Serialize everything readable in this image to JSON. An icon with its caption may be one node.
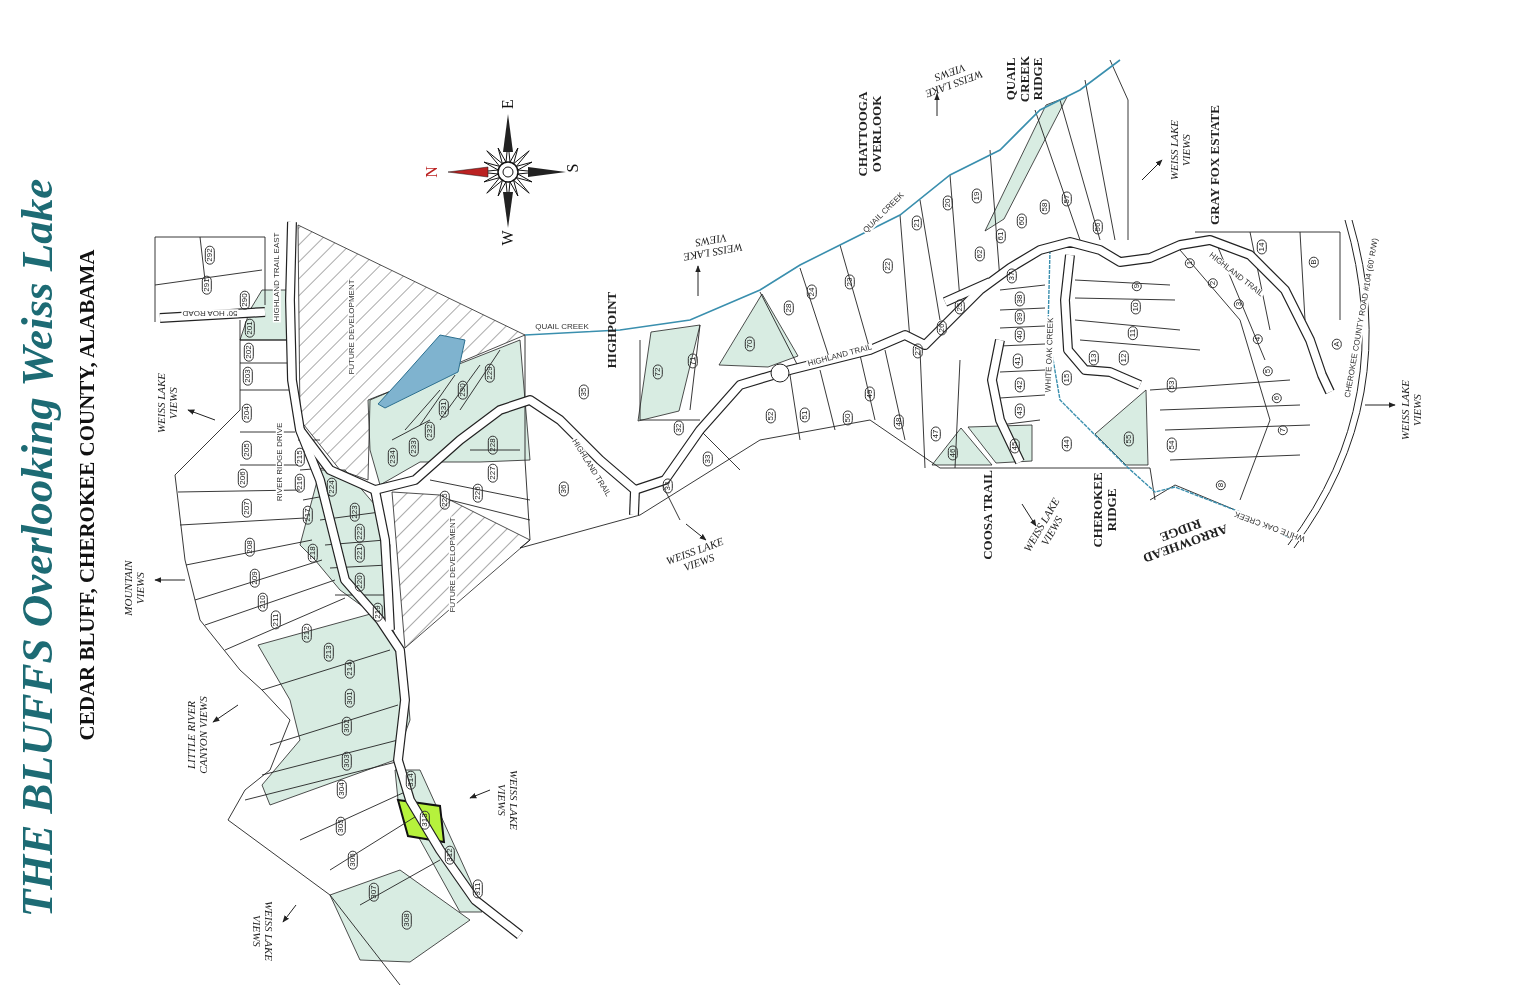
{
  "diagram": {
    "title": "THE BLUFFS Overlooking Weiss Lake",
    "labels": [
      "CEDAR BLUFF, CHEROKEE COUNTY, ALABAMA",
      "N",
      "E",
      "S",
      "W",
      "WEISS LAKE VIEWS",
      "MOUNTAIN VIEWS",
      "LITTLE RIVER CANYON VIEWS",
      "WEISS LAKE VIEWS",
      "WEISS LAKE VIEWS",
      "WEISS LAKE VIEWS",
      "HIGHPOINT",
      "WEISS LAKE VIEWS",
      "CHATTOOGA OVERLOOK",
      "WEISS LAKE VIEWS",
      "QUAIL CREEK RIDGE",
      "WEISS LAKE VIEWS",
      "GRAY FOX ESTATE",
      "WEISS LAKE VIEWS",
      "COOSA TRAIL",
      "WEISS LAKE VIEWS",
      "CHEROKEE RIDGE",
      "ARROWHEAD RIDGE",
      "50' HOA ROAD",
      "HIGHLAND TRAIL EAST",
      "FUTURE DEVELOPMENT",
      "RIVER RIDGE DRIVE",
      "FUTURE DEVELOPMENT",
      "HIGHLAND TRAIL",
      "QUAIL CREEK",
      "QUAIL CREEK",
      "HIGHLAND TRAIL",
      "WHITE OAK CREEK",
      "HIGHLAND TRAIL",
      "CHEROKEE COUNTY ROAD #104 (60' R/W)",
      "WHITE OAK CREEK",
      "292",
      "291",
      "290",
      "201",
      "202",
      "203",
      "204",
      "205",
      "206",
      "207",
      "208",
      "209",
      "210",
      "211",
      "215",
      "216",
      "217",
      "218",
      "224",
      "223",
      "222",
      "221",
      "220",
      "219",
      "212",
      "213",
      "214",
      "301",
      "302",
      "303",
      "304",
      "305",
      "306",
      "307",
      "308",
      "314",
      "313",
      "312",
      "311",
      "234",
      "233",
      "232",
      "231",
      "230",
      "229",
      "228",
      "227",
      "226",
      "225",
      "35",
      "36",
      "72",
      "71",
      "70",
      "32",
      "33",
      "34",
      "52",
      "51",
      "28",
      "24",
      "23",
      "50",
      "49",
      "48",
      "22",
      "21",
      "20",
      "19",
      "62",
      "61",
      "60",
      "27",
      "26",
      "25",
      "37",
      "38",
      "39",
      "40",
      "41",
      "42",
      "43",
      "47",
      "46",
      "45",
      "58",
      "57",
      "56",
      "15",
      "44",
      "13",
      "12",
      "11",
      "10",
      "9",
      "55",
      "54",
      "53",
      "1",
      "2",
      "3",
      "4",
      "5",
      "6",
      "7",
      "8",
      "14",
      "B",
      "A"
    ]
  }
}
